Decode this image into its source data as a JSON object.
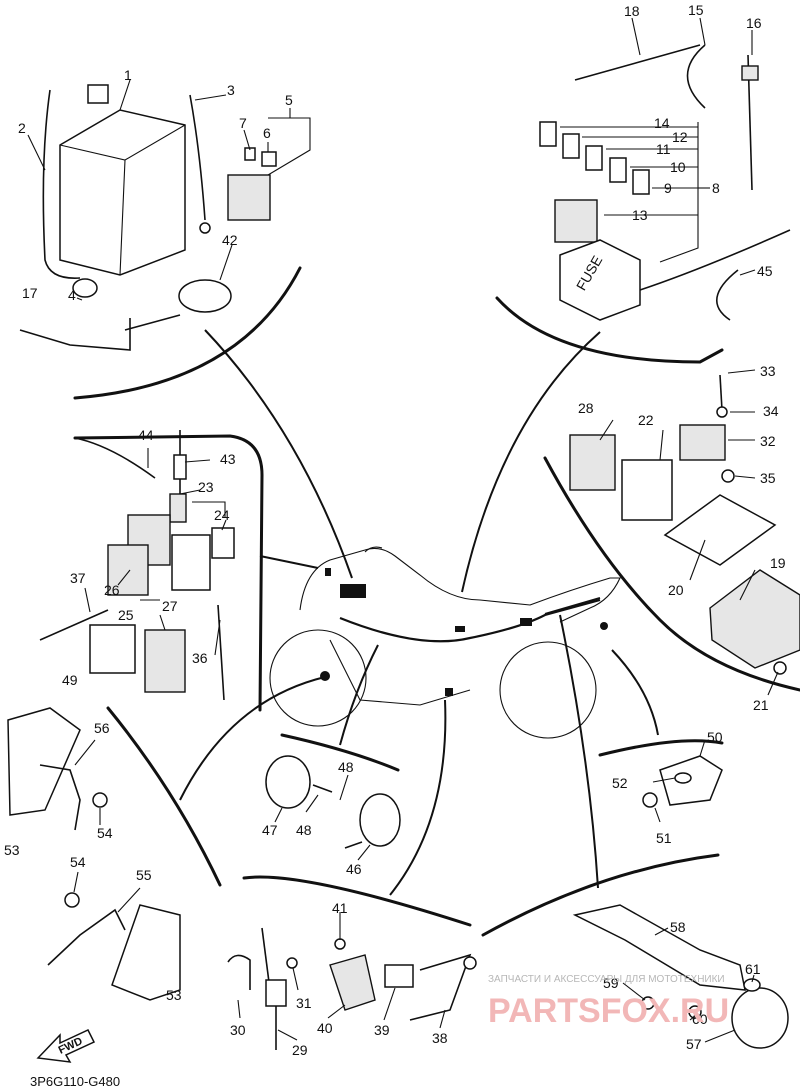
{
  "diagram": {
    "code": "3P6G110-G480",
    "fuse_box_label": "FUSE",
    "fwd_label": "FWD",
    "watermark_top": "ЗАПЧАСТИ И АКСЕССУАРЫ ДЛЯ МОТОТЕХНИКИ",
    "watermark_brand": "PARTSFOX.RU"
  },
  "callouts": [
    {
      "id": "c1",
      "label": "1"
    },
    {
      "id": "c2",
      "label": "2"
    },
    {
      "id": "c3",
      "label": "3"
    },
    {
      "id": "c4",
      "label": "4"
    },
    {
      "id": "c5",
      "label": "5"
    },
    {
      "id": "c6",
      "label": "6"
    },
    {
      "id": "c7",
      "label": "7"
    },
    {
      "id": "c8",
      "label": "8"
    },
    {
      "id": "c9",
      "label": "9"
    },
    {
      "id": "c10",
      "label": "10"
    },
    {
      "id": "c11",
      "label": "11"
    },
    {
      "id": "c12",
      "label": "12"
    },
    {
      "id": "c13",
      "label": "13"
    },
    {
      "id": "c14",
      "label": "14"
    },
    {
      "id": "c15",
      "label": "15"
    },
    {
      "id": "c16",
      "label": "16"
    },
    {
      "id": "c17",
      "label": "17"
    },
    {
      "id": "c18",
      "label": "18"
    },
    {
      "id": "c19",
      "label": "19"
    },
    {
      "id": "c20",
      "label": "20"
    },
    {
      "id": "c21",
      "label": "21"
    },
    {
      "id": "c22",
      "label": "22"
    },
    {
      "id": "c23",
      "label": "23"
    },
    {
      "id": "c24",
      "label": "24"
    },
    {
      "id": "c25",
      "label": "25"
    },
    {
      "id": "c26",
      "label": "26"
    },
    {
      "id": "c27",
      "label": "27"
    },
    {
      "id": "c28",
      "label": "28"
    },
    {
      "id": "c29",
      "label": "29"
    },
    {
      "id": "c30",
      "label": "30"
    },
    {
      "id": "c31",
      "label": "31"
    },
    {
      "id": "c32",
      "label": "32"
    },
    {
      "id": "c33",
      "label": "33"
    },
    {
      "id": "c34",
      "label": "34"
    },
    {
      "id": "c35",
      "label": "35"
    },
    {
      "id": "c36",
      "label": "36"
    },
    {
      "id": "c37",
      "label": "37"
    },
    {
      "id": "c38",
      "label": "38"
    },
    {
      "id": "c39",
      "label": "39"
    },
    {
      "id": "c40",
      "label": "40"
    },
    {
      "id": "c41",
      "label": "41"
    },
    {
      "id": "c42",
      "label": "42"
    },
    {
      "id": "c43",
      "label": "43"
    },
    {
      "id": "c44",
      "label": "44"
    },
    {
      "id": "c45",
      "label": "45"
    },
    {
      "id": "c46",
      "label": "46"
    },
    {
      "id": "c47",
      "label": "47"
    },
    {
      "id": "c48a",
      "label": "48"
    },
    {
      "id": "c48b",
      "label": "48"
    },
    {
      "id": "c49",
      "label": "49"
    },
    {
      "id": "c50",
      "label": "50"
    },
    {
      "id": "c51",
      "label": "51"
    },
    {
      "id": "c52",
      "label": "52"
    },
    {
      "id": "c53a",
      "label": "53"
    },
    {
      "id": "c53b",
      "label": "53"
    },
    {
      "id": "c54a",
      "label": "54"
    },
    {
      "id": "c54b",
      "label": "54"
    },
    {
      "id": "c55",
      "label": "55"
    },
    {
      "id": "c56",
      "label": "56"
    },
    {
      "id": "c57",
      "label": "57"
    },
    {
      "id": "c58",
      "label": "58"
    },
    {
      "id": "c59",
      "label": "59"
    },
    {
      "id": "c60",
      "label": "60"
    },
    {
      "id": "c61",
      "label": "61"
    }
  ]
}
